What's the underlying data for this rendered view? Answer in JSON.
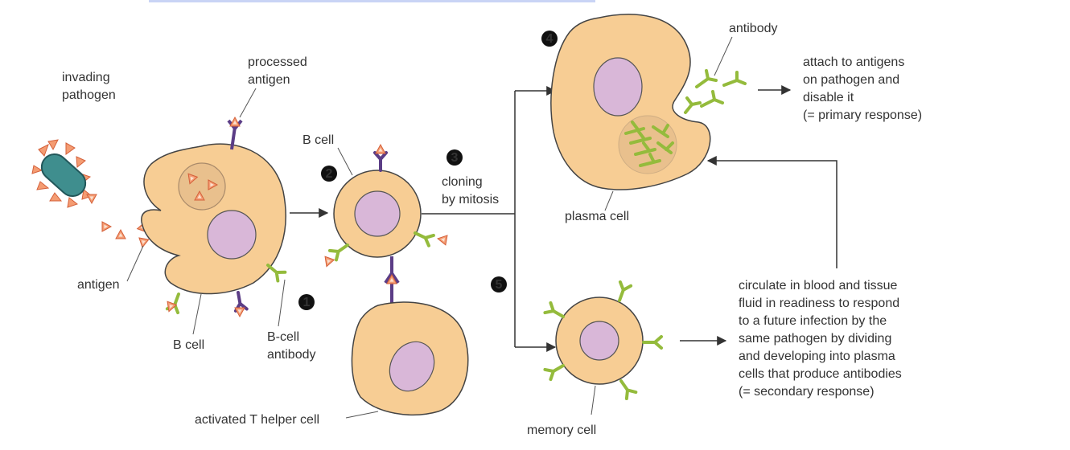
{
  "colors": {
    "cell_fill": "#f7cd94",
    "cell_stroke": "#444444",
    "nucleus_fill": "#d9b7d8",
    "antibody": "#94bb3c",
    "receptor": "#5b3d86",
    "antigen": "#f49c72",
    "pathogen": "#3f8e8e",
    "arrow": "#333333"
  },
  "labels": {
    "invading_pathogen": [
      "invading",
      "pathogen"
    ],
    "processed_antigen": [
      "processed",
      "antigen"
    ],
    "antigen": "antigen",
    "b_cell_1": "B cell",
    "b_cell_2": "B cell",
    "b_cell_antibody": [
      "B-cell",
      "antibody"
    ],
    "cloning": [
      "cloning",
      "by mitosis"
    ],
    "activated_t_helper": "activated T helper cell",
    "antibody": "antibody",
    "plasma_cell": "plasma cell",
    "memory_cell": "memory cell",
    "primary_text": [
      "attach to antigens",
      "on pathogen and",
      "disable it",
      "(= primary response)"
    ],
    "secondary_text": [
      "circulate in blood and tissue",
      "fluid in readiness to respond",
      "to a future infection by the",
      "same pathogen by dividing",
      "and developing into plasma",
      "cells that produce antibodies",
      "(= secondary response)"
    ]
  },
  "steps": [
    "1",
    "2",
    "3",
    "4",
    "5"
  ]
}
